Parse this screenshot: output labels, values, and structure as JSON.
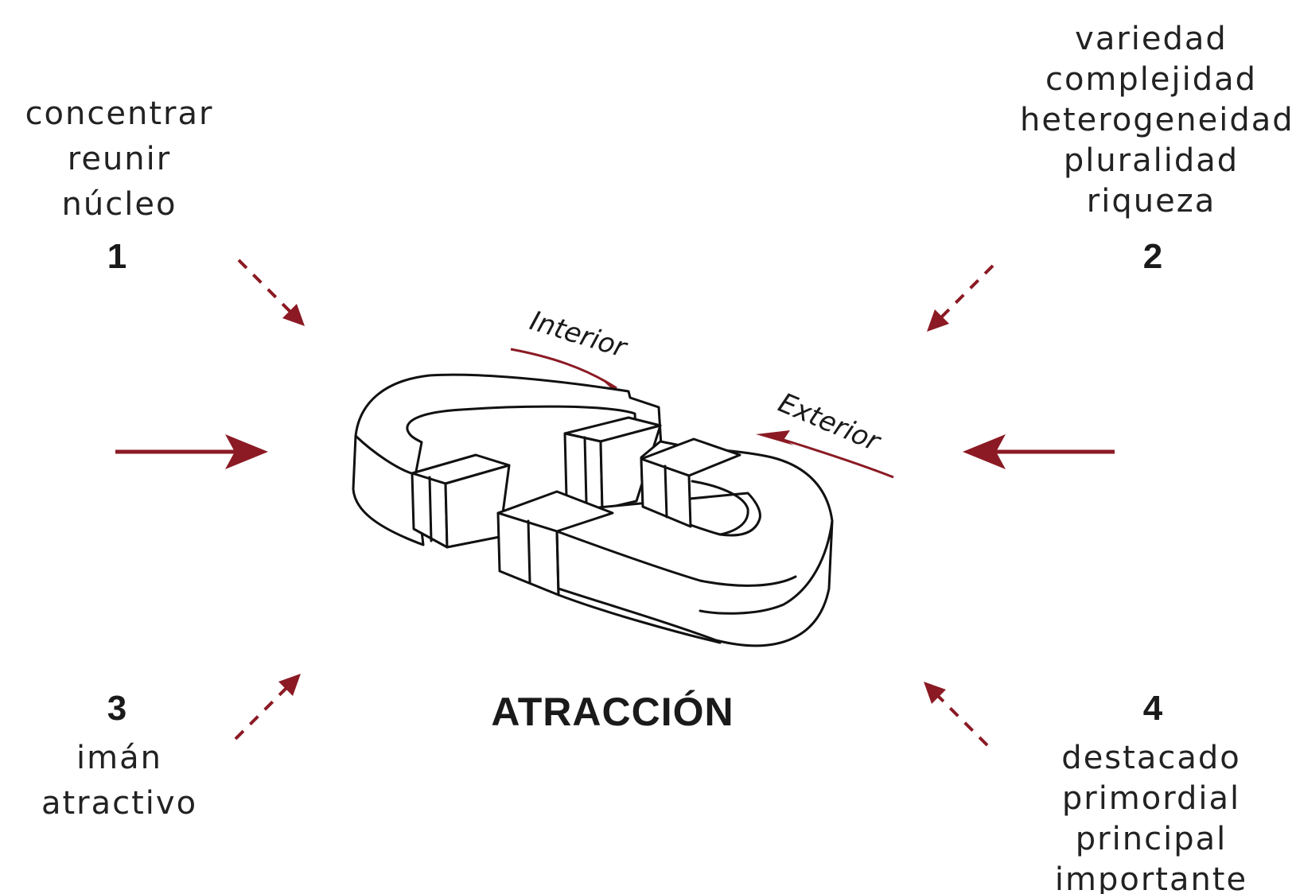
{
  "title": "ATRACCIÓN",
  "colors": {
    "accent": "#8b1a24",
    "ink": "#1a1a1a"
  },
  "arrow_labels": {
    "interior": "Interior",
    "exterior": "Exterior"
  },
  "groups": [
    {
      "number": "1",
      "words": [
        "concentrar",
        "reunir",
        "núcleo"
      ]
    },
    {
      "number": "2",
      "words": [
        "variedad",
        "complejidad",
        "heterogeneidad",
        "pluralidad",
        "riqueza"
      ]
    },
    {
      "number": "3",
      "words": [
        "imán",
        "atractivo"
      ]
    },
    {
      "number": "4",
      "words": [
        "destacado",
        "primordial",
        "principal",
        "importante"
      ]
    }
  ],
  "icon": "chain-link-icon"
}
